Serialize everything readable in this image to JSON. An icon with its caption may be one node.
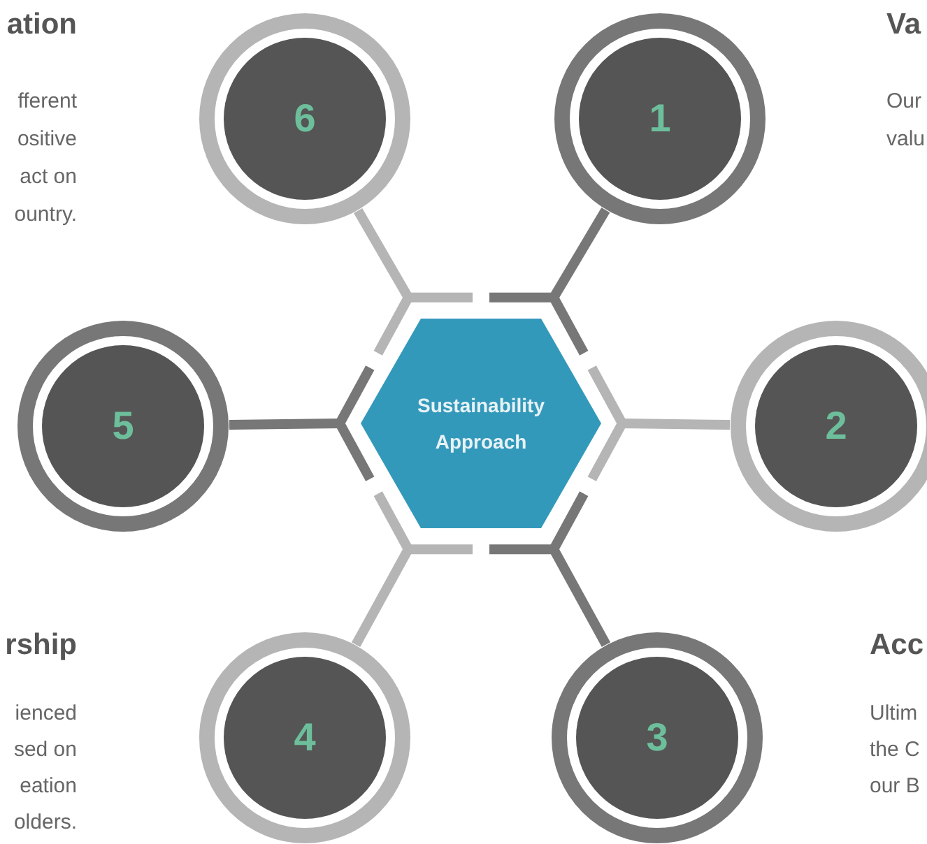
{
  "diagram": {
    "nodes": [
      {
        "text": [
          "Sustainability Approach"
        ]
      },
      {
        "text": [
          "1"
        ]
      },
      {
        "text": [
          "2"
        ]
      },
      {
        "text": [
          "3"
        ]
      },
      {
        "text": [
          "4"
        ]
      },
      {
        "text": [
          "5"
        ]
      },
      {
        "text": [
          "6"
        ]
      }
    ],
    "edges": [
      {
        "from": 0,
        "to": 1,
        "arrow": "none"
      },
      {
        "from": 0,
        "to": 2,
        "arrow": "none",
        "color": "#b5b5b5"
      },
      {
        "from": 0,
        "to": 3,
        "arrow": "none"
      },
      {
        "from": 0,
        "to": 4,
        "arrow": "none",
        "color": "#b5b5b5"
      },
      {
        "from": 0,
        "to": 5,
        "arrow": "none"
      },
      {
        "from": 0,
        "to": 6,
        "arrow": "none",
        "color": "#b5b5b5"
      }
    ],
    "labels": [
      "ation",
      "fferent",
      "ositive",
      "act on",
      "ountry.",
      "Va",
      "Our",
      "valu",
      "rship",
      "ienced",
      "sed on",
      "eation",
      "olders.",
      "Acc",
      "Ultim",
      "the C",
      "our B"
    ]
  }
}
